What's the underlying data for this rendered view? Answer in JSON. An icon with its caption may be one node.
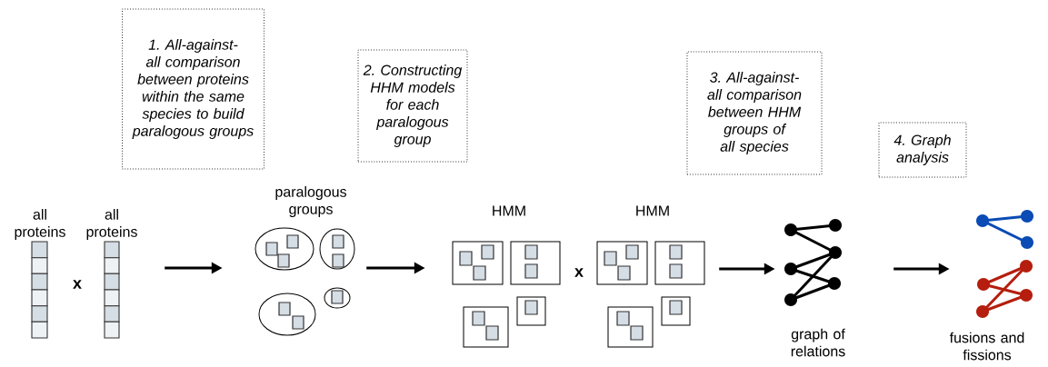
{
  "diagram": {
    "nodes": [
      {
        "text": [
          "1. All-against-all comparison between proteins within the same species to build paralogous groups"
        ]
      },
      {
        "text": [
          "2. Constructing HHM models for each paralogous group"
        ]
      },
      {
        "text": [
          "3. All-against-all comparison between HHM groups of all species"
        ]
      },
      {
        "text": [
          "4. Graph analysis"
        ]
      },
      {
        "text": [],
        "shape": "bar",
        "beside": [
          "all proteins"
        ]
      },
      {
        "text": [],
        "shape": "bar",
        "beside": [
          "all proteins"
        ]
      },
      {
        "text": [],
        "shape": "cluster",
        "beside": [
          "paralogous groups"
        ]
      },
      {
        "text": [],
        "shape": "box",
        "beside": [
          "HMM"
        ]
      },
      {
        "text": [],
        "shape": "box",
        "beside": [
          "HMM"
        ]
      },
      {
        "text": [],
        "shape": "graph",
        "beside": [
          "graph of relations"
        ]
      },
      {
        "text": [],
        "shape": "graph",
        "beside": [
          "fusions and fissions"
        ]
      }
    ],
    "edges": [
      {
        "from": 5,
        "to": 6,
        "arrow": "to"
      },
      {
        "from": 6,
        "to": 7,
        "arrow": "to"
      },
      {
        "from": 8,
        "to": 9,
        "arrow": "to"
      },
      {
        "from": 9,
        "to": 10,
        "arrow": "to"
      }
    ],
    "labels": [
      "x",
      "x"
    ]
  }
}
